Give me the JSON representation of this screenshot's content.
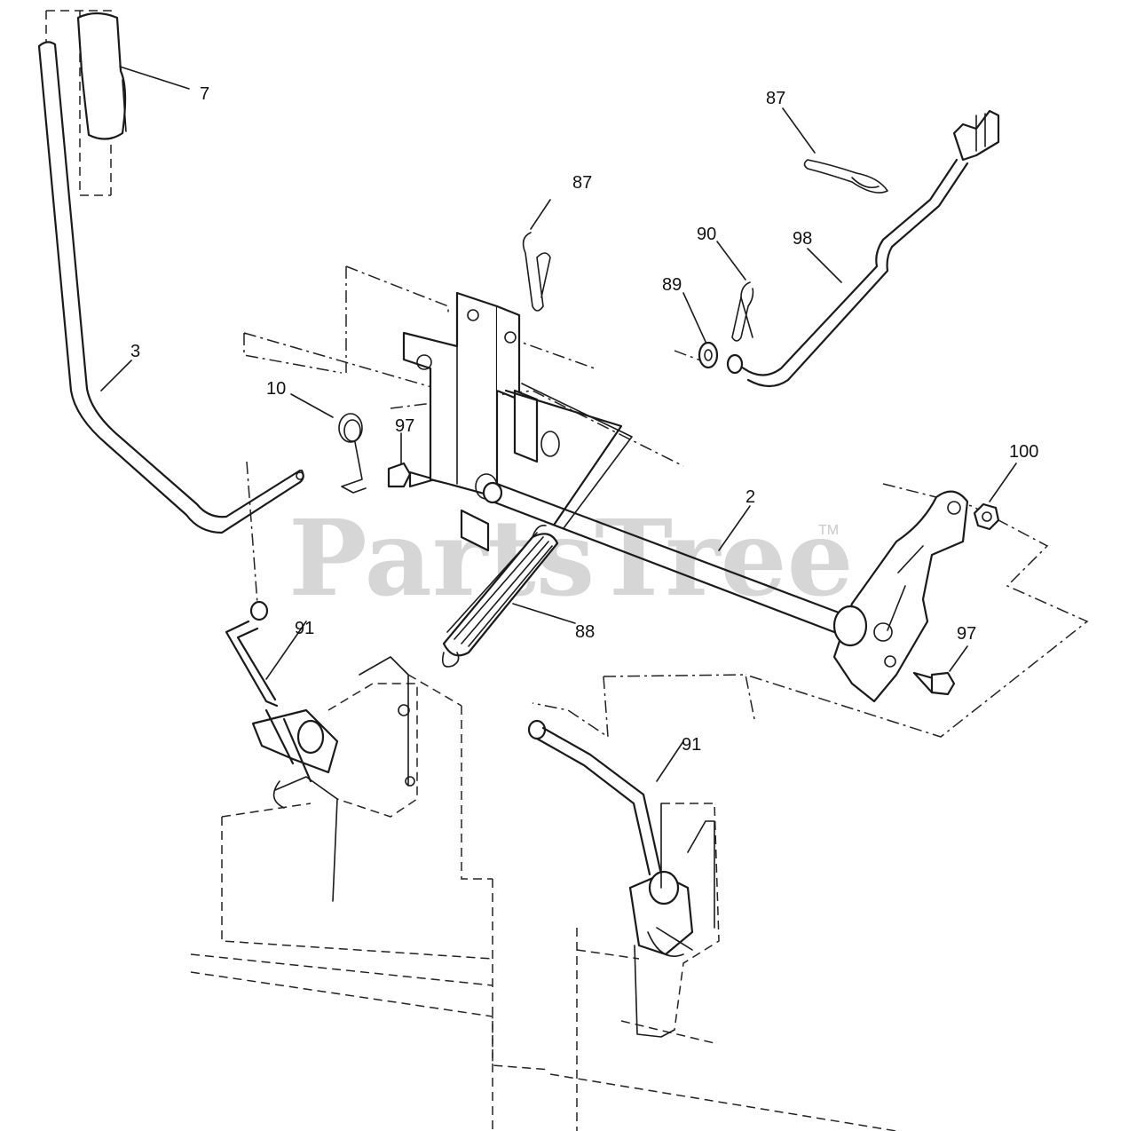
{
  "labels": {
    "l7": "7",
    "l3": "3",
    "l10": "10",
    "l97a": "97",
    "l87a": "87",
    "l87b": "87",
    "l90": "90",
    "l98": "98",
    "l89": "89",
    "l2": "2",
    "l100": "100",
    "l88": "88",
    "l91a": "91",
    "l97b": "97",
    "l91b": "91"
  },
  "watermark": {
    "text": "PartsTree",
    "tm": "TM"
  }
}
